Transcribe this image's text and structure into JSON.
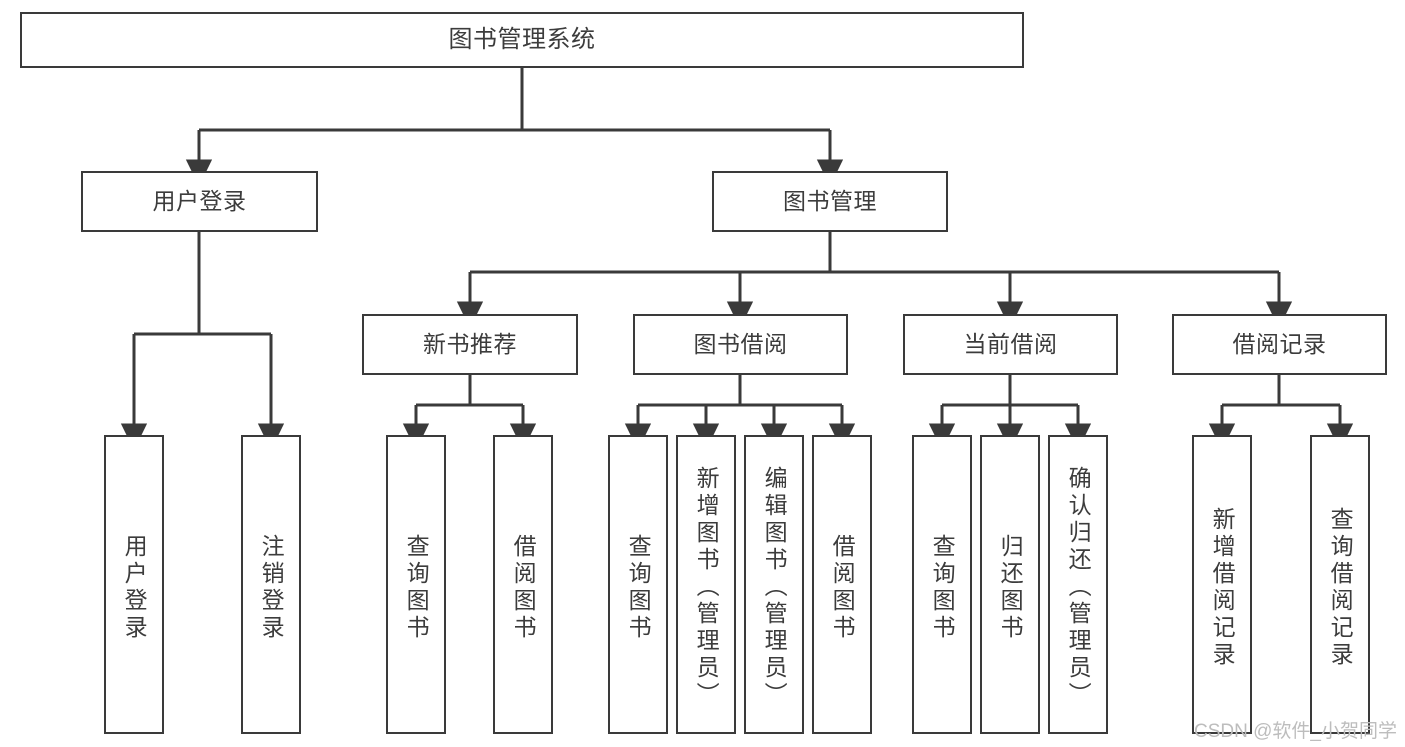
{
  "diagram": {
    "title": "图书管理系统",
    "type": "功能结构图",
    "root": {
      "label": "图书管理系统"
    },
    "level2": [
      {
        "label": "用户登录"
      },
      {
        "label": "图书管理"
      }
    ],
    "level3": [
      {
        "label": "新书推荐"
      },
      {
        "label": "图书借阅"
      },
      {
        "label": "当前借阅"
      },
      {
        "label": "借阅记录"
      }
    ],
    "leaves": {
      "user_login": [
        {
          "label": "用户登录"
        },
        {
          "label": "注销登录"
        }
      ],
      "new_book_recommend": [
        {
          "label": "查询图书"
        },
        {
          "label": "借阅图书"
        }
      ],
      "book_borrow": [
        {
          "label": "查询图书"
        },
        {
          "label": "新增图书（管理员）"
        },
        {
          "label": "编辑图书（管理员）"
        },
        {
          "label": "借阅图书"
        }
      ],
      "current_borrow": [
        {
          "label": "查询图书"
        },
        {
          "label": "归还图书"
        },
        {
          "label": "确认归还（管理员）"
        }
      ],
      "borrow_record": [
        {
          "label": "新增借阅记录"
        },
        {
          "label": "查询借阅记录"
        }
      ]
    }
  },
  "watermark": {
    "text": "CSDN @软件_小贺同学"
  },
  "colors": {
    "border": "#3a3a3a",
    "text": "#3c3c3c",
    "background": "#ffffff",
    "watermark": "#bdbdbd"
  }
}
